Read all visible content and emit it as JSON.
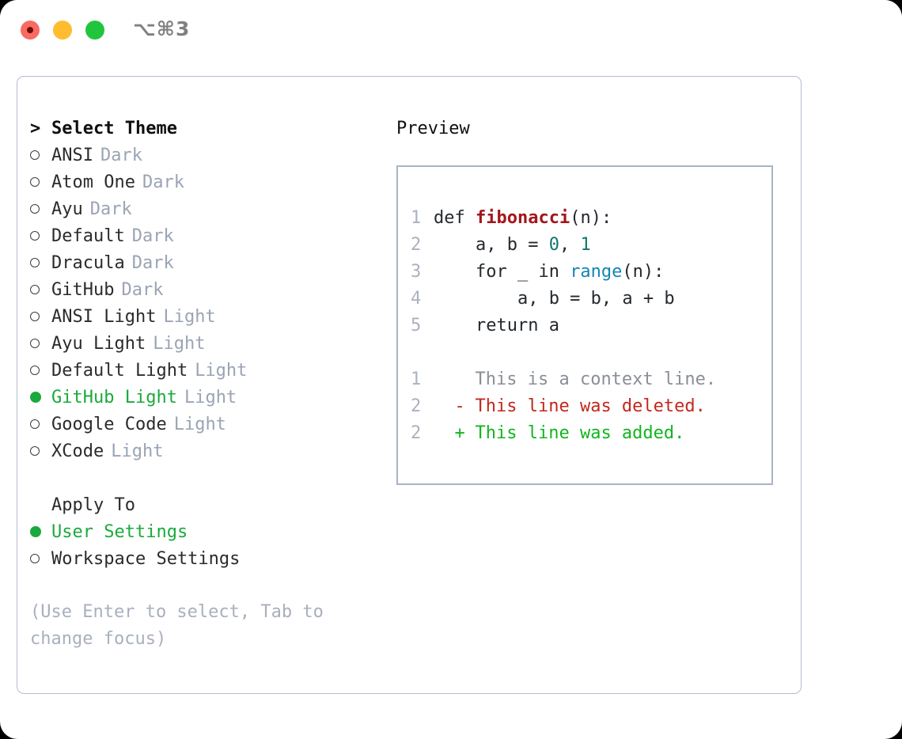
{
  "titlebar": {
    "shortcut": "⌥⌘3",
    "buttons": [
      "close",
      "minimize",
      "maximize"
    ],
    "colors": {
      "red": "#f96a62",
      "yellow": "#febc2e",
      "green": "#21c53d"
    }
  },
  "theme_picker": {
    "prompt_marker": ">",
    "title": "Select Theme",
    "items": [
      {
        "label": "ANSI",
        "variant": "Dark",
        "selected": false
      },
      {
        "label": "Atom One",
        "variant": "Dark",
        "selected": false
      },
      {
        "label": "Ayu",
        "variant": "Dark",
        "selected": false
      },
      {
        "label": "Default",
        "variant": "Dark",
        "selected": false
      },
      {
        "label": "Dracula",
        "variant": "Dark",
        "selected": false
      },
      {
        "label": "GitHub",
        "variant": "Dark",
        "selected": false
      },
      {
        "label": "ANSI Light",
        "variant": "Light",
        "selected": false
      },
      {
        "label": "Ayu Light",
        "variant": "Light",
        "selected": false
      },
      {
        "label": "Default Light",
        "variant": "Light",
        "selected": false
      },
      {
        "label": "GitHub Light",
        "variant": "Light",
        "selected": true
      },
      {
        "label": "Google Code",
        "variant": "Light",
        "selected": false
      },
      {
        "label": "XCode",
        "variant": "Light",
        "selected": false
      }
    ]
  },
  "apply_to": {
    "title": "Apply To",
    "options": [
      {
        "label": "User Settings",
        "selected": true
      },
      {
        "label": "Workspace Settings",
        "selected": false
      }
    ]
  },
  "hint": "(Use Enter to select, Tab to change focus)",
  "preview": {
    "title": "Preview",
    "code_lines": [
      {
        "no": "1",
        "tokens": [
          {
            "t": "def ",
            "c": "kw"
          },
          {
            "t": "fibonacci",
            "c": "fname"
          },
          {
            "t": "(n):",
            "c": "punct"
          }
        ]
      },
      {
        "no": "2",
        "tokens": [
          {
            "t": "    a, b = ",
            "c": "kw"
          },
          {
            "t": "0",
            "c": "num"
          },
          {
            "t": ", ",
            "c": "punct"
          },
          {
            "t": "1",
            "c": "num"
          }
        ]
      },
      {
        "no": "3",
        "tokens": [
          {
            "t": "    for _ in ",
            "c": "kw"
          },
          {
            "t": "range",
            "c": "builtin"
          },
          {
            "t": "(n):",
            "c": "punct"
          }
        ]
      },
      {
        "no": "4",
        "tokens": [
          {
            "t": "        a, b = b, a + b",
            "c": "kw"
          }
        ]
      },
      {
        "no": "5",
        "tokens": [
          {
            "t": "    return a",
            "c": "kw"
          }
        ]
      }
    ],
    "diff_lines": [
      {
        "no": "1",
        "mark": " ",
        "text": "This is a context line.",
        "kind": "d-context"
      },
      {
        "no": "2",
        "mark": "-",
        "text": "This line was deleted.",
        "kind": "d-del"
      },
      {
        "no": "2",
        "mark": "+",
        "text": "This line was added.",
        "kind": "d-add"
      }
    ]
  },
  "colors": {
    "accent_green": "#1aaa3b",
    "muted": "#9aa4b4",
    "border": "#b4bdcb",
    "diff_add": "#12b520",
    "diff_del": "#c2281e",
    "func_name": "#a3161b",
    "builtin": "#1485b5",
    "number": "#0f766e"
  }
}
